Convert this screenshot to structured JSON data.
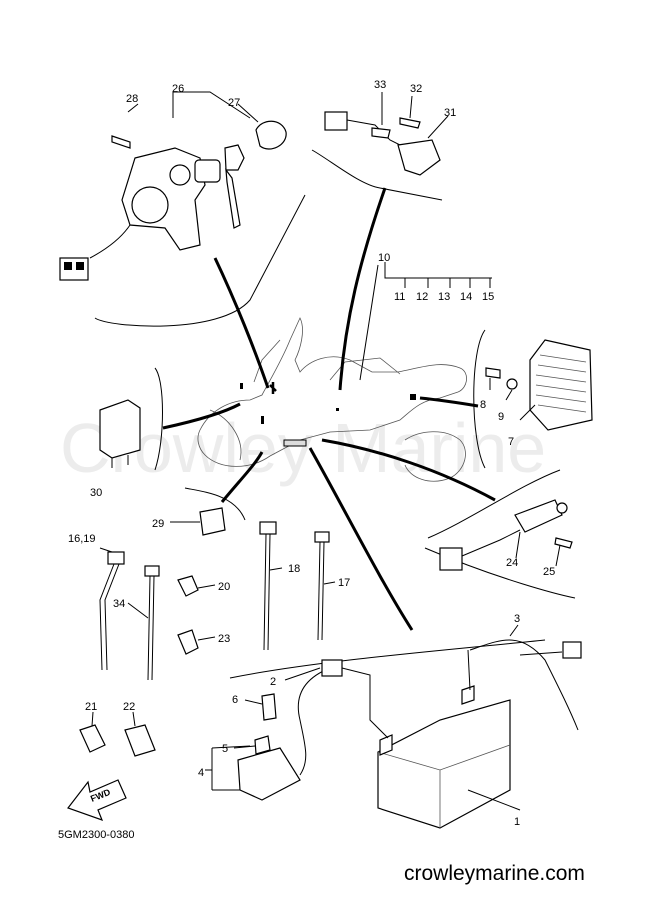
{
  "watermark": "Crowley Marine",
  "diagram_code": "5GM2300-0380",
  "website": "crowleymarine.com",
  "fwd_label": "FWD",
  "callouts": {
    "c1": "1",
    "c2": "2",
    "c3": "3",
    "c4": "4",
    "c5": "5",
    "c6": "6",
    "c7": "7",
    "c8": "8",
    "c9": "9",
    "c10": "10",
    "c11": "11",
    "c12": "12",
    "c13": "13",
    "c14": "14",
    "c15": "15",
    "c16_19": "16,19",
    "c17": "17",
    "c18": "18",
    "c20": "20",
    "c21": "21",
    "c22": "22",
    "c23": "23",
    "c24": "24",
    "c25": "25",
    "c26": "26",
    "c27": "27",
    "c28": "28",
    "c29": "29",
    "c30": "30",
    "c31": "31",
    "c32": "32",
    "c33": "33",
    "c34": "34"
  }
}
